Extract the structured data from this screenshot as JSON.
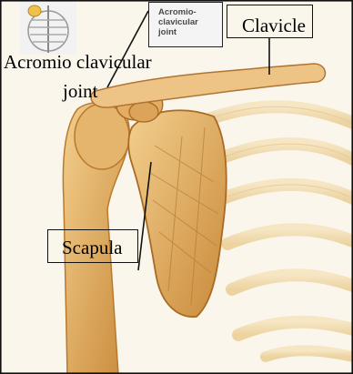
{
  "labels": {
    "acromio_line1": "Acromio clavicular",
    "acromio_line2": "joint",
    "clavicle": "Clavicle",
    "scapula": "Scapula"
  },
  "original_tag": {
    "line1": "Acromio-",
    "line2": "clavicular",
    "line3": "joint"
  },
  "colors": {
    "bone": "#e2b26a",
    "bone_dark": "#b9792c",
    "background": "#fbf6ec",
    "rib": "#f0d9ae"
  }
}
